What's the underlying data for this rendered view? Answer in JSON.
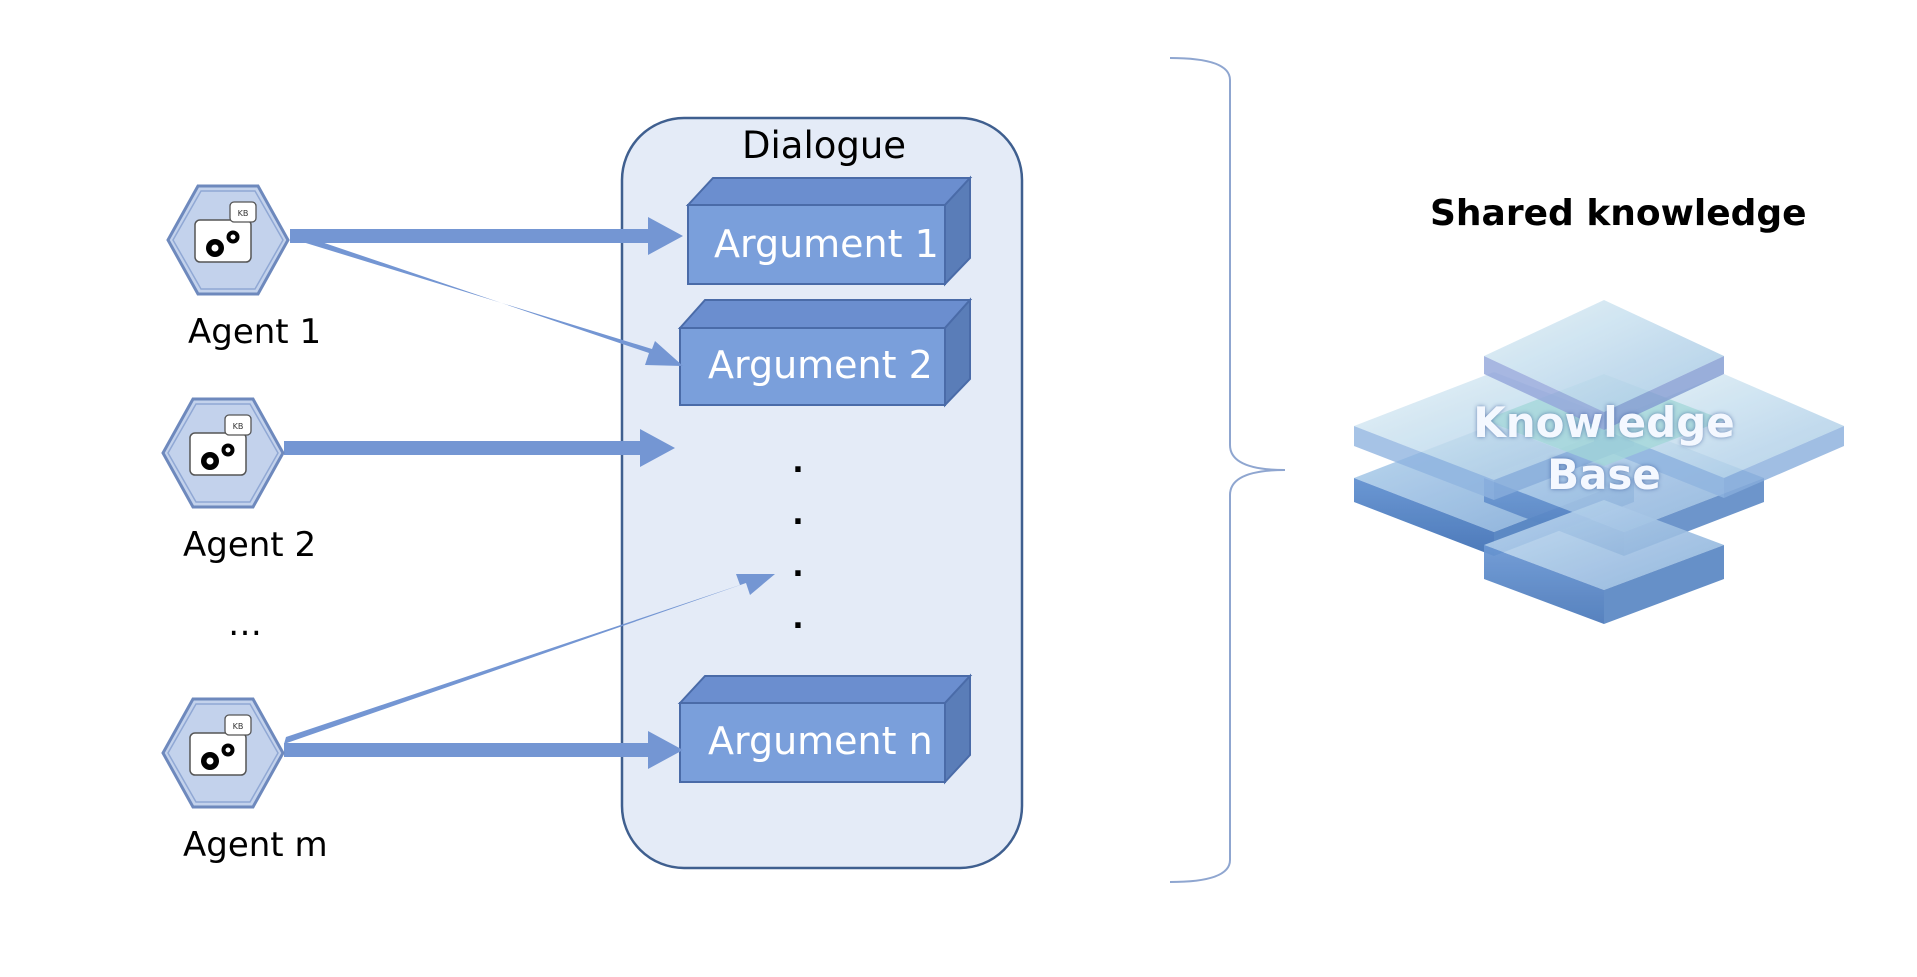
{
  "dialogue": {
    "title": "Dialogue",
    "arguments": [
      {
        "label": "Argument 1"
      },
      {
        "label": "Argument 2"
      },
      {
        "label": "Argument n"
      }
    ],
    "ellipsis_dots": [
      ".",
      ".",
      ".",
      "."
    ]
  },
  "agents": [
    {
      "label": "Agent 1",
      "badge": "KB",
      "icon": "agent-gears-icon"
    },
    {
      "label": "Agent 2",
      "badge": "KB",
      "icon": "agent-gears-icon"
    },
    {
      "label": "Agent m",
      "badge": "KB",
      "icon": "agent-gears-icon"
    }
  ],
  "agents_ellipsis": "…",
  "shared": {
    "title": "Shared knowledge",
    "knowledge_base_line1": "Knowledge",
    "knowledge_base_line2": "Base"
  },
  "colors": {
    "arrow": "#7496d3",
    "argument_front": "#7a9fdb",
    "argument_top": "#6b8ecf",
    "argument_side": "#5a7db8",
    "argument_border": "#4a6ba8",
    "dialogue_fill": "#e4ebf7",
    "dialogue_border": "#3f5f8f",
    "agent_hex": "#c3d2ec",
    "agent_hex_border": "#6e89bd",
    "brace": "#8fa6d0"
  }
}
